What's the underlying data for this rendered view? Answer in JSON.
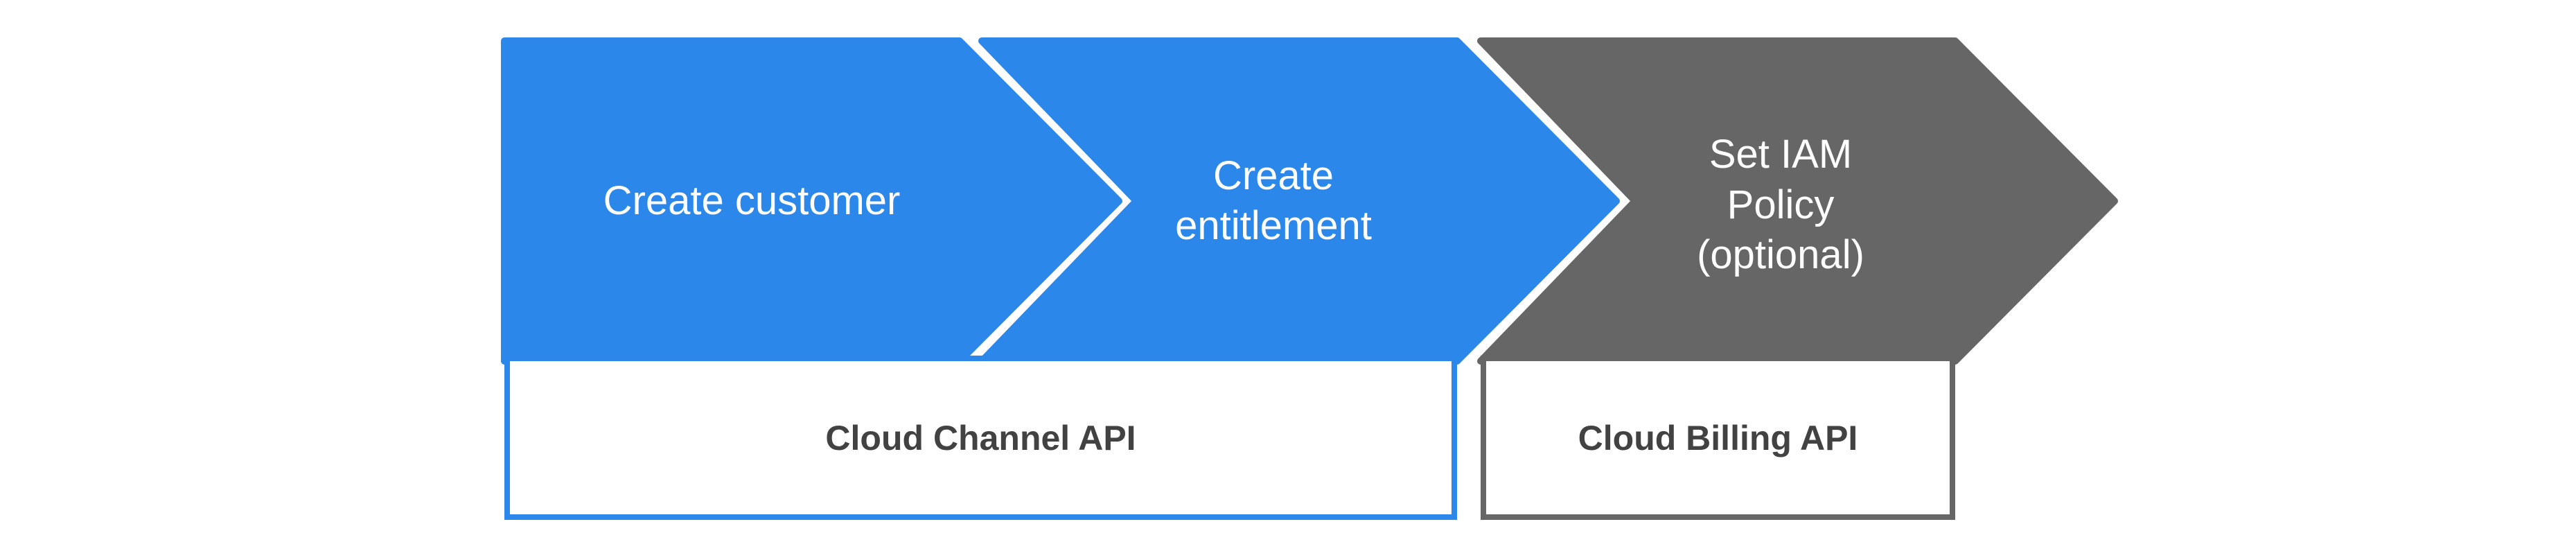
{
  "colors": {
    "step_blue": "#2b87ea",
    "step_gray": "#666666",
    "arrow_text": "#ffffff",
    "api_text": "#424242",
    "box_fill": "#ffffff",
    "background": "#ffffff"
  },
  "steps": [
    {
      "label": "Create customer"
    },
    {
      "label": "Create\nentitlement"
    },
    {
      "label": "Set IAM\nPolicy\n(optional)"
    }
  ],
  "api_boxes": [
    {
      "label": "Cloud Channel API"
    },
    {
      "label": "Cloud Billing API"
    }
  ]
}
